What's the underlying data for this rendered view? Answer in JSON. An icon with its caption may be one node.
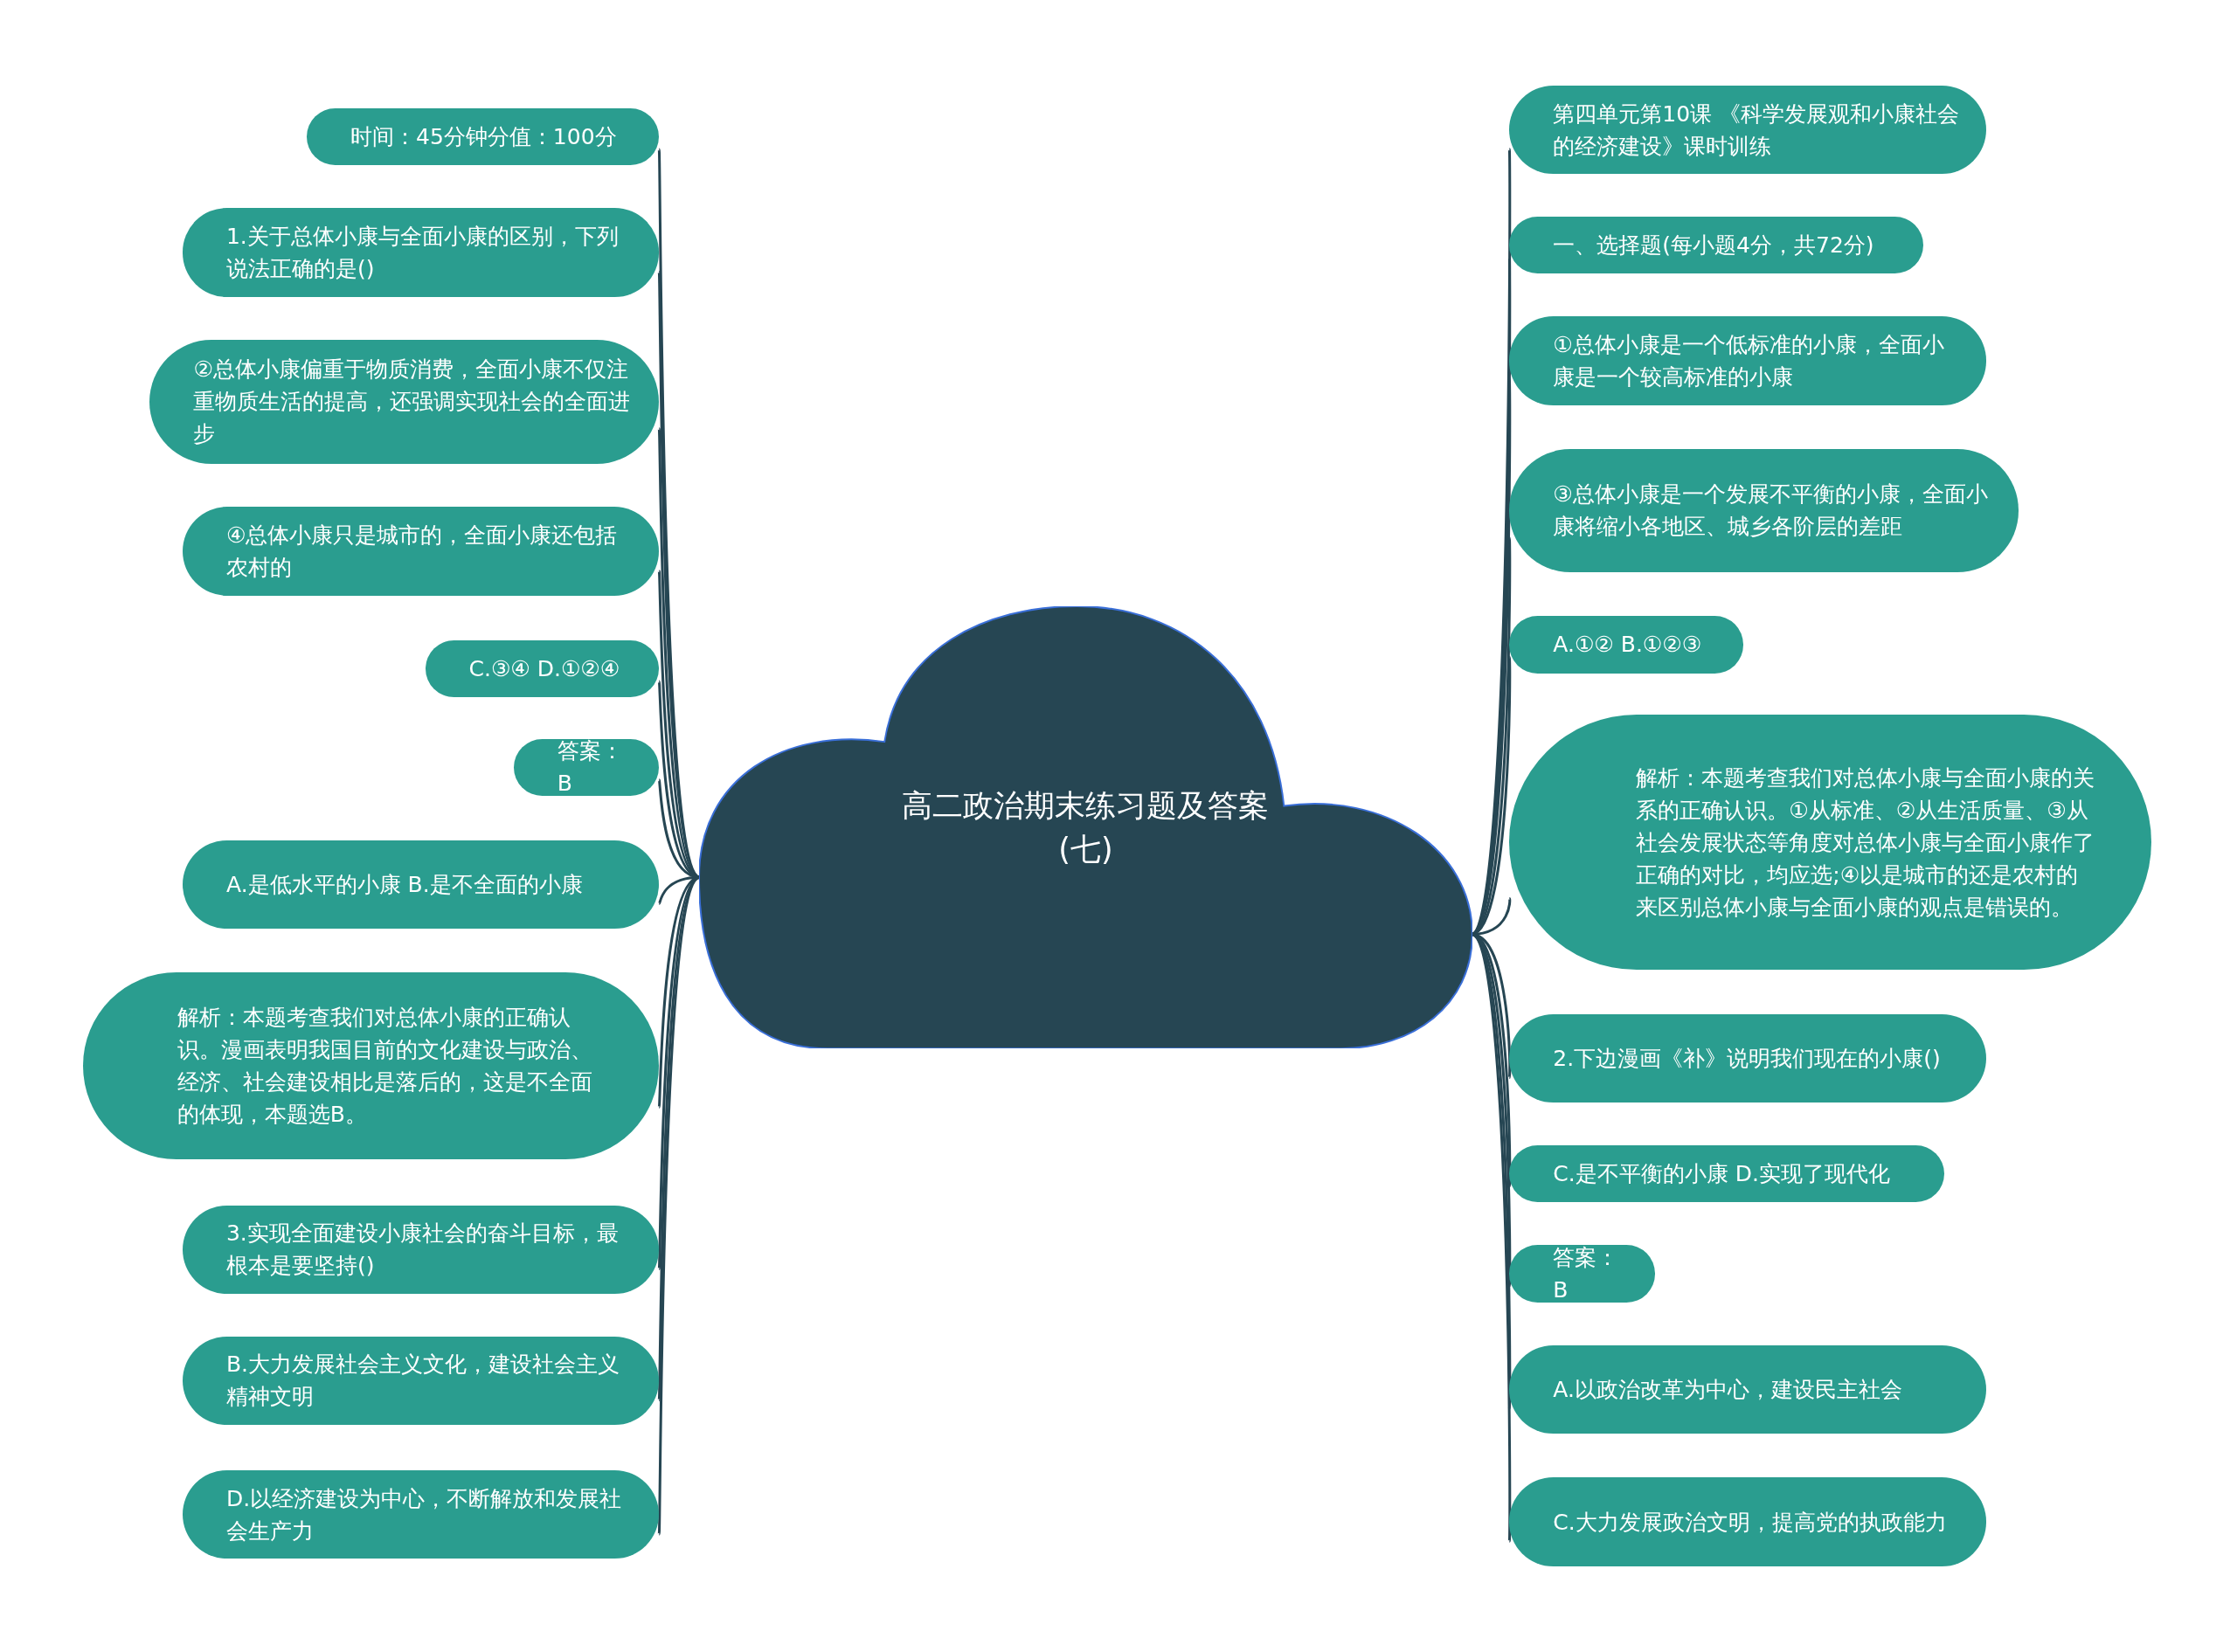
{
  "diagram": {
    "nodes": [
      {
        "text": [
          "高二政治期末练习题及答案(七)"
        ]
      },
      {
        "text": [
          "时间：45分钟分值：100分"
        ]
      },
      {
        "text": [
          "1.关于总体小康与全面小康的区别，下列说法正确的是()"
        ]
      },
      {
        "text": [
          "②总体小康偏重于物质消费，全面小康不仅注重物质生活的提高，还强调实现社会的全面进步"
        ]
      },
      {
        "text": [
          "④总体小康只是城市的，全面小康还包括农村的"
        ]
      },
      {
        "text": [
          "C.③④ D.①②④"
        ]
      },
      {
        "text": [
          "答案：B"
        ]
      },
      {
        "text": [
          "A.是低水平的小康 B.是不全面的小康"
        ]
      },
      {
        "text": [
          "解析：本题考查我们对总体小康的正确认识。漫画表明我国目前的文化建设与政治、经济、社会建设相比是落后的，这是不全面的体现，本题选B。"
        ]
      },
      {
        "text": [
          "3.实现全面建设小康社会的奋斗目标，最根本是要坚持()"
        ]
      },
      {
        "text": [
          "B.大力发展社会主义文化，建设社会主义精神文明"
        ]
      },
      {
        "text": [
          "D.以经济建设为中心，不断解放和发展社会生产力"
        ]
      },
      {
        "text": [
          "第四单元第10课 《科学发展观和小康社会的经济建设》课时训练"
        ]
      },
      {
        "text": [
          "一、选择题(每小题4分，共72分)"
        ]
      },
      {
        "text": [
          "①总体小康是一个低标准的小康，全面小康是一个较高标准的小康"
        ]
      },
      {
        "text": [
          "③总体小康是一个发展不平衡的小康，全面小康将缩小各地区、城乡各阶层的差距"
        ]
      },
      {
        "text": [
          "A.①② B.①②③"
        ]
      },
      {
        "text": [
          "解析：本题考查我们对总体小康与全面小康的关系的正确认识。①从标准、②从生活质量、③从社会发展状态等角度对总体小康与全面小康作了正确的对比，均应选;④以是城市的还是农村的来区别总体小康与全面小康的观点是错误的。"
        ]
      },
      {
        "text": [
          "2.下边漫画《补》说明我们现在的小康()"
        ]
      },
      {
        "text": [
          "C.是不平衡的小康 D.实现了现代化"
        ]
      },
      {
        "text": [
          "答案：B"
        ]
      },
      {
        "text": [
          "A.以政治改革为中心，建设民主社会"
        ]
      },
      {
        "text": [
          "C.大力发展政治文明，提高党的执政能力"
        ]
      }
    ],
    "edges": [
      {
        "from": 0,
        "to": 1,
        "arrow": "none"
      },
      {
        "from": 0,
        "to": 2,
        "arrow": "none"
      },
      {
        "from": 0,
        "to": 3,
        "arrow": "none"
      },
      {
        "from": 0,
        "to": 4,
        "arrow": "none"
      },
      {
        "from": 0,
        "to": 5,
        "arrow": "none"
      },
      {
        "from": 0,
        "to": 6,
        "arrow": "none"
      },
      {
        "from": 0,
        "to": 7,
        "arrow": "none"
      },
      {
        "from": 0,
        "to": 8,
        "arrow": "none"
      },
      {
        "from": 0,
        "to": 9,
        "arrow": "none"
      },
      {
        "from": 0,
        "to": 10,
        "arrow": "none"
      },
      {
        "from": 0,
        "to": 11,
        "arrow": "none"
      },
      {
        "from": 0,
        "to": 12,
        "arrow": "none"
      },
      {
        "from": 0,
        "to": 13,
        "arrow": "none"
      },
      {
        "from": 0,
        "to": 14,
        "arrow": "none"
      },
      {
        "from": 0,
        "to": 15,
        "arrow": "none"
      },
      {
        "from": 0,
        "to": 16,
        "arrow": "none"
      },
      {
        "from": 0,
        "to": 17,
        "arrow": "none"
      },
      {
        "from": 0,
        "to": 18,
        "arrow": "none"
      },
      {
        "from": 0,
        "to": 19,
        "arrow": "none"
      },
      {
        "from": 0,
        "to": 20,
        "arrow": "none"
      },
      {
        "from": 0,
        "to": 21,
        "arrow": "none"
      },
      {
        "from": 0,
        "to": 22,
        "arrow": "none"
      }
    ]
  }
}
